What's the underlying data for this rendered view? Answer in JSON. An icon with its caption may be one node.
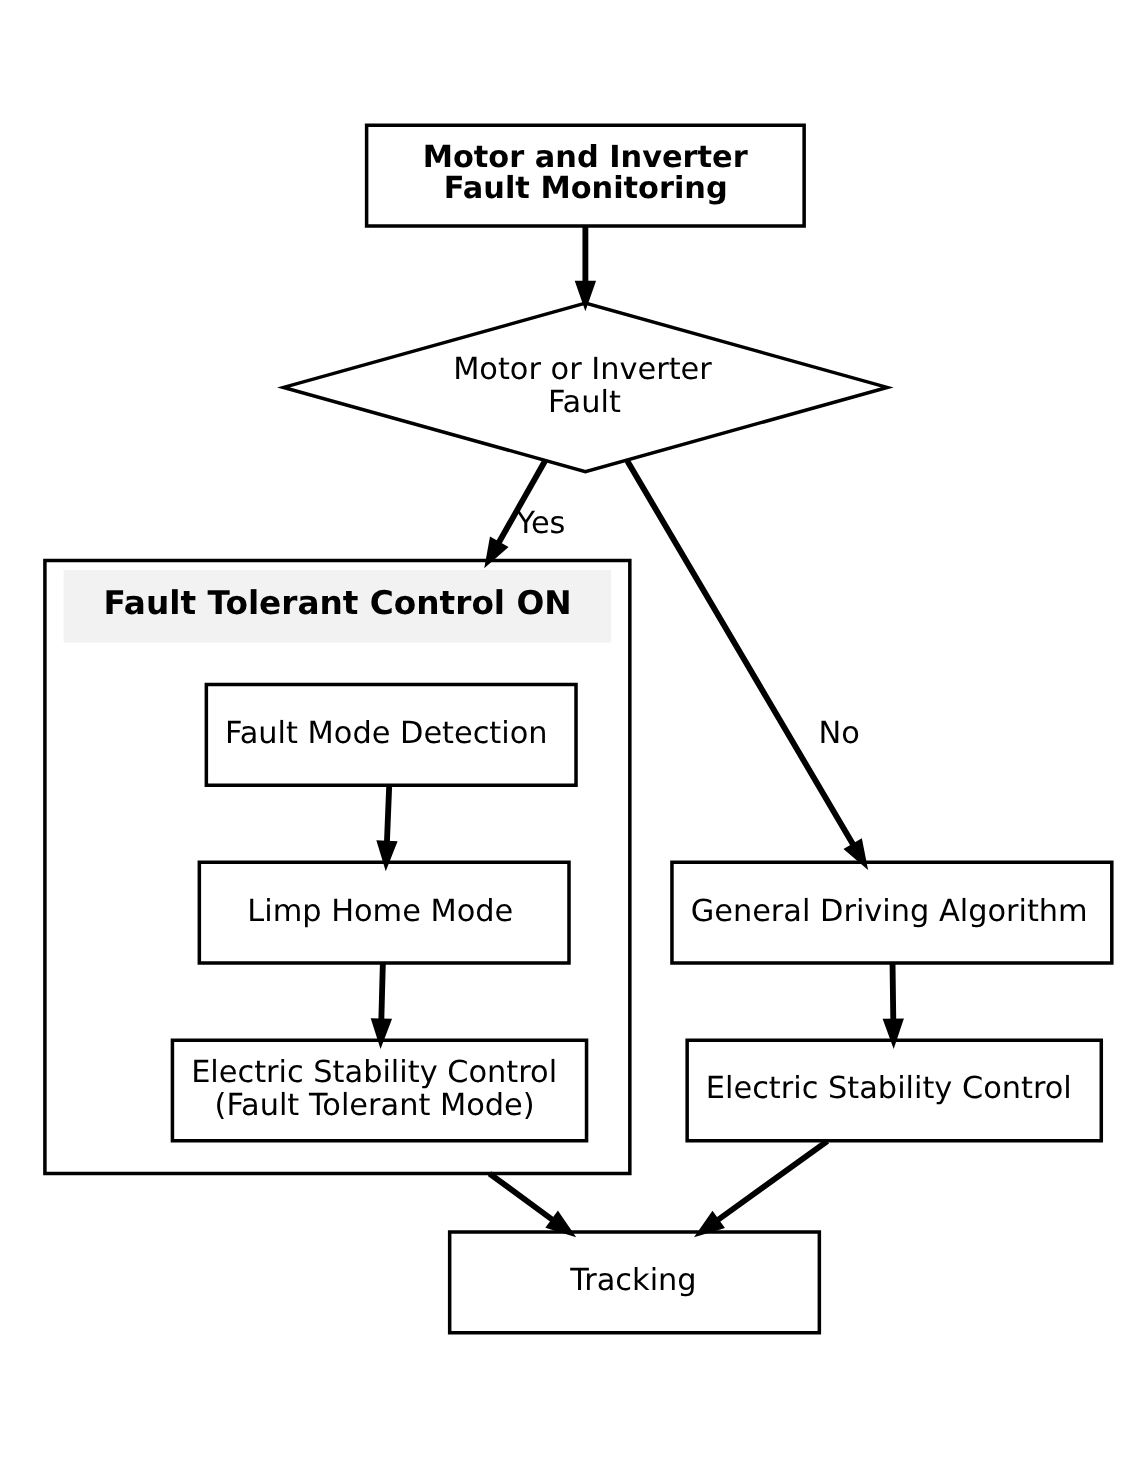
{
  "diagram": {
    "nodes": [
      {
        "text": [
          "Motor and Inverter Fault Monitoring"
        ]
      },
      {
        "text": [
          "Motor or Inverter Fault"
        ]
      },
      {
        "text": [
          "Fault Tolerant Control ON"
        ]
      },
      {
        "text": [
          "Fault Mode Detection"
        ],
        "in": 2
      },
      {
        "text": [
          "Limp Home Mode"
        ],
        "in": 2
      },
      {
        "text": [
          "Electric Stability Control (Fault Tolerant Mode)"
        ],
        "in": 2
      },
      {
        "text": [
          "General Driving Algorithm"
        ]
      },
      {
        "text": [
          "Electric Stability Control"
        ]
      },
      {
        "text": [
          "Tracking"
        ]
      }
    ],
    "edges": [
      {
        "from": 0,
        "to": 1,
        "arrow": "to"
      },
      {
        "from": 1,
        "to": 2,
        "arrow": "to",
        "label": "Yes"
      },
      {
        "from": 1,
        "to": 6,
        "arrow": "to",
        "label": "No"
      },
      {
        "from": 3,
        "to": 4,
        "arrow": "to"
      },
      {
        "from": 4,
        "to": 5,
        "arrow": "to"
      },
      {
        "from": 2,
        "to": 8,
        "arrow": "to"
      },
      {
        "from": 7,
        "to": 8,
        "arrow": "to"
      },
      {
        "from": 6,
        "to": 7,
        "arrow": "to"
      }
    ]
  }
}
